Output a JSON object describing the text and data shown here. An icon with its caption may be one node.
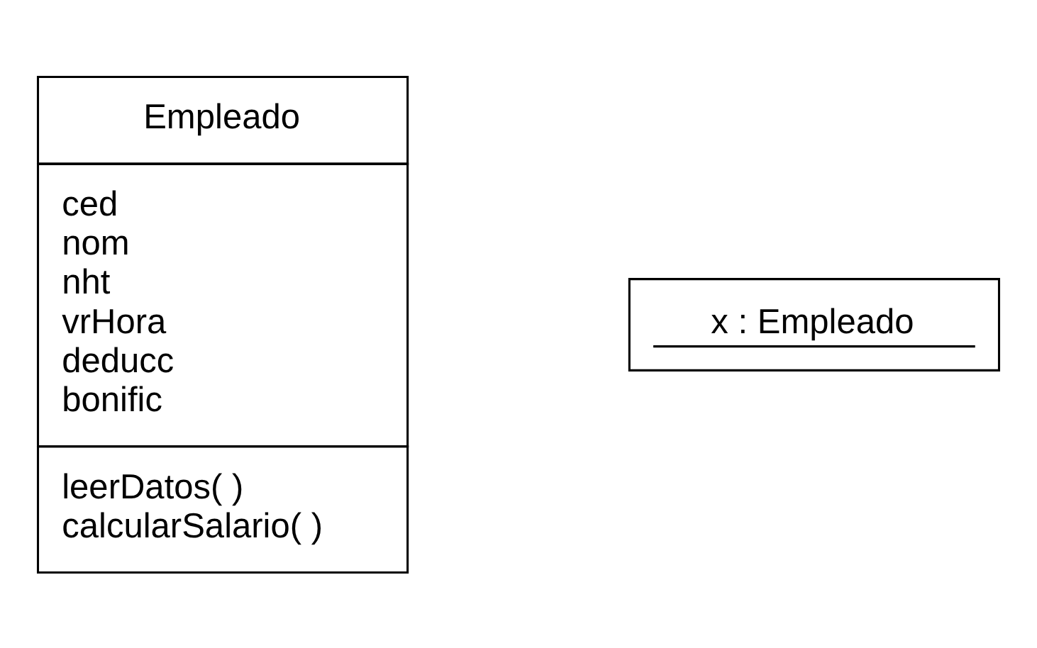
{
  "diagram": {
    "nodes": [
      {
        "text": [
          "Empleado",
          "ced",
          "nom",
          "nht",
          "vrHora",
          "deducc",
          "bonific",
          "leerDatos( )",
          "calcularSalario( )"
        ]
      },
      {
        "text": [
          "x : Empleado"
        ]
      }
    ]
  }
}
